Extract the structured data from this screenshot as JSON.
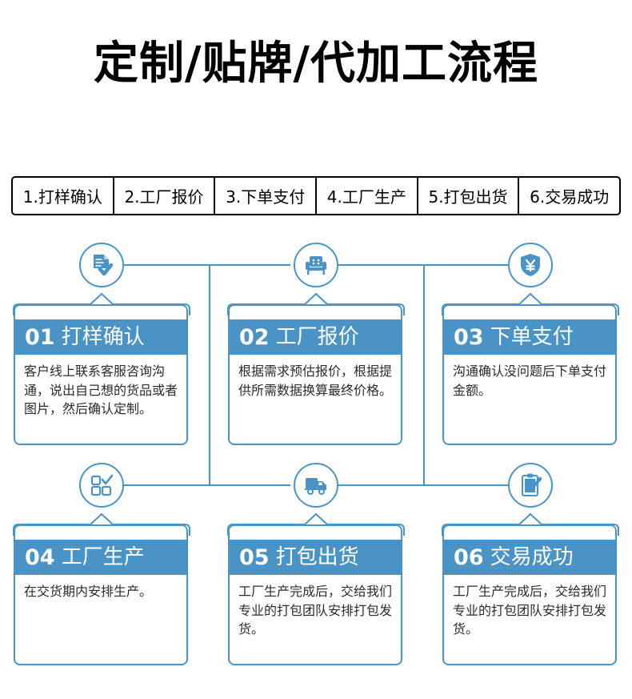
{
  "header": {
    "title": "定制/贴牌/代加工流程"
  },
  "tabs": [
    {
      "label": "1.打样确认"
    },
    {
      "label": "2.工厂报价"
    },
    {
      "label": "3.下单支付"
    },
    {
      "label": "4.工厂生产"
    },
    {
      "label": "5.打包出货"
    },
    {
      "label": "6.交易成功"
    }
  ],
  "steps": [
    {
      "number": "01",
      "title": "打样确认",
      "description": "客户线上联系客服咨询沟通，说出自己想的货品或者图片，然后确认定制。",
      "icon": "document-check-icon"
    },
    {
      "number": "02",
      "title": "工厂报价",
      "description": "根据需求预估报价，根据提供所需数据换算最终价格。",
      "icon": "armchair-icon"
    },
    {
      "number": "03",
      "title": "下单支付",
      "description": "沟通确认没问题后下单支付金额。",
      "icon": "shield-yuan-icon"
    },
    {
      "number": "04",
      "title": "工厂生产",
      "description": "在交货期内安排生产。",
      "icon": "grid-check-icon"
    },
    {
      "number": "05",
      "title": "打包出货",
      "description": "工厂生产完成后，交给我们专业的打包团队安排打包发货。",
      "icon": "delivery-truck-icon"
    },
    {
      "number": "06",
      "title": "交易成功",
      "description": "工厂生产完成后，交给我们专业的打包团队安排打包发货。",
      "icon": "clipboard-check-icon"
    }
  ],
  "colors": {
    "accent": "#4a93c6",
    "line": "#4a95c8",
    "title": "#000000",
    "card_text": "#2b2b2b"
  }
}
